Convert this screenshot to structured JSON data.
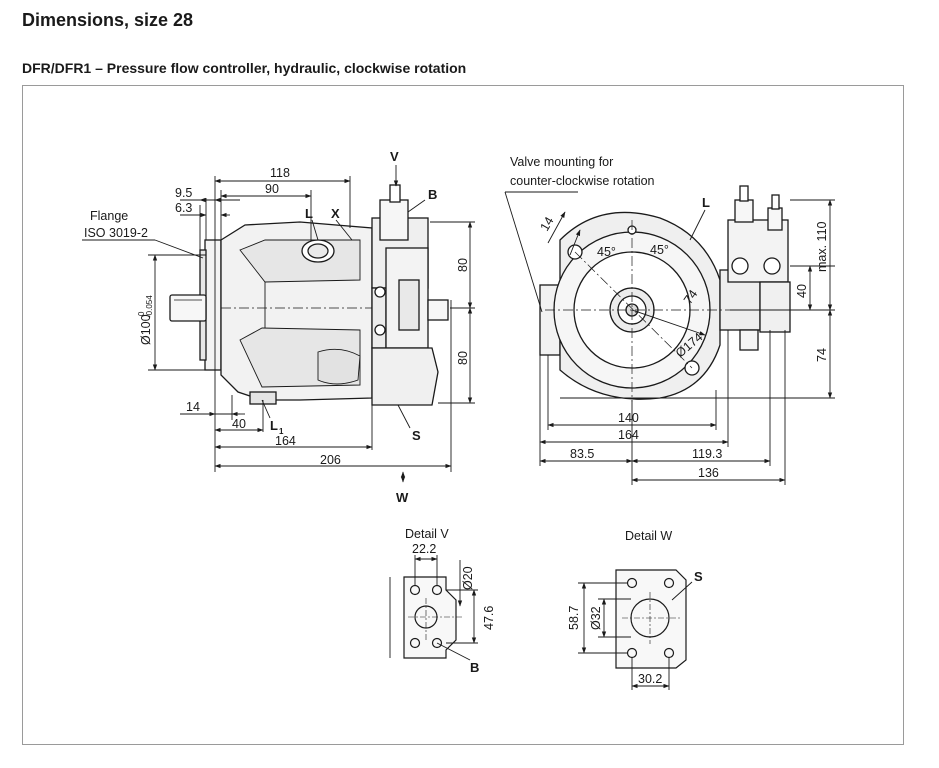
{
  "page": {
    "title": "Dimensions, size 28",
    "subtitle": "DFR/DFR1 – Pressure flow controller, hydraulic, clockwise rotation"
  },
  "side_view": {
    "dim_118": "118",
    "dim_90": "90",
    "dim_9_5": "9.5",
    "dim_6_3": "6.3",
    "flange_line1": "Flange",
    "flange_line2": "ISO 3019-2",
    "dim_dia100": "Ø100",
    "dim_dia100_tol_top": "0",
    "dim_dia100_tol_bot": "-0.054",
    "dim_80_top": "80",
    "dim_80_bot": "80",
    "dim_14": "14",
    "dim_40": "40",
    "dim_164": "164",
    "dim_206": "206",
    "port_V": "V",
    "port_B": "B",
    "port_L": "L",
    "port_X": "X",
    "port_L1": "L",
    "port_L1_sub": "1",
    "port_S": "S",
    "view_W": "W"
  },
  "front_view": {
    "valve_note_line1": "Valve mounting for",
    "valve_note_line2": "counter-clockwise rotation",
    "port_L": "L",
    "dim_14": "14",
    "angle_45_left": "45°",
    "angle_45_right": "45°",
    "dim_74_diag": "74",
    "dim_dia174": "Ø174",
    "dim_max110": "max. 110",
    "dim_40": "40",
    "dim_74": "74",
    "dim_140": "140",
    "dim_164": "164",
    "dim_83_5": "83.5",
    "dim_119_3": "119.3",
    "dim_136": "136"
  },
  "detail_v": {
    "title": "Detail V",
    "dim_22_2": "22.2",
    "dim_dia20": "Ø20",
    "dim_47_6": "47.6",
    "port_B": "B"
  },
  "detail_w": {
    "title": "Detail W",
    "port_S": "S",
    "dim_58_7": "58.7",
    "dim_dia32": "Ø32",
    "dim_30_2": "30.2"
  }
}
